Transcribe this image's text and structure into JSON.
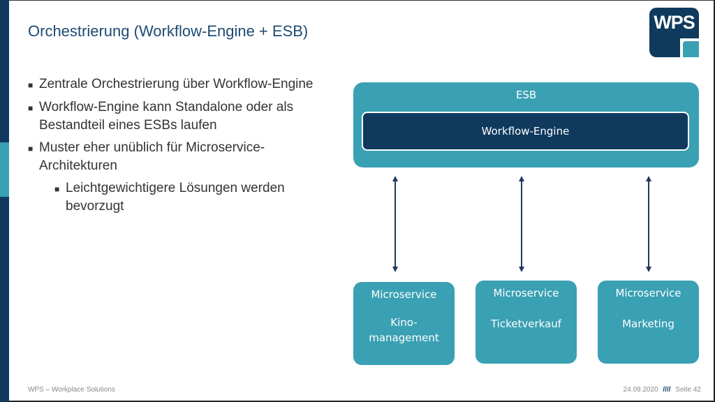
{
  "slide": {
    "title": "Orchestrierung (Workflow-Engine + ESB)",
    "logo_text": "WPS"
  },
  "bullets": [
    {
      "text": "Zentrale Orchestrierung über Workflow-Engine",
      "level": 1
    },
    {
      "text": "Workflow-Engine kann Standalone oder als Bestandteil eines ESBs laufen",
      "level": 1
    },
    {
      "text": "Muster eher unüblich für Microservice-Architekturen",
      "level": 1
    },
    {
      "text": "Leichtgewichtigere Lösungen werden bevorzugt",
      "level": 2
    }
  ],
  "diagram": {
    "esb_label": "ESB",
    "workflow_engine_label": "Workflow-Engine",
    "microservices": [
      {
        "title": "Microservice",
        "name": "Kino-management"
      },
      {
        "title": "Microservice",
        "name": "Ticketverkauf"
      },
      {
        "title": "Microservice",
        "name": "Marketing"
      }
    ],
    "colors": {
      "teal": "#3aa0b3",
      "navy": "#0f3a5e",
      "arrow": "#1e3a5a"
    }
  },
  "footer": {
    "company": "WPS – Workplace Solutions",
    "date": "24.09.2020",
    "separator": "////",
    "page_label": "Seite 42"
  }
}
